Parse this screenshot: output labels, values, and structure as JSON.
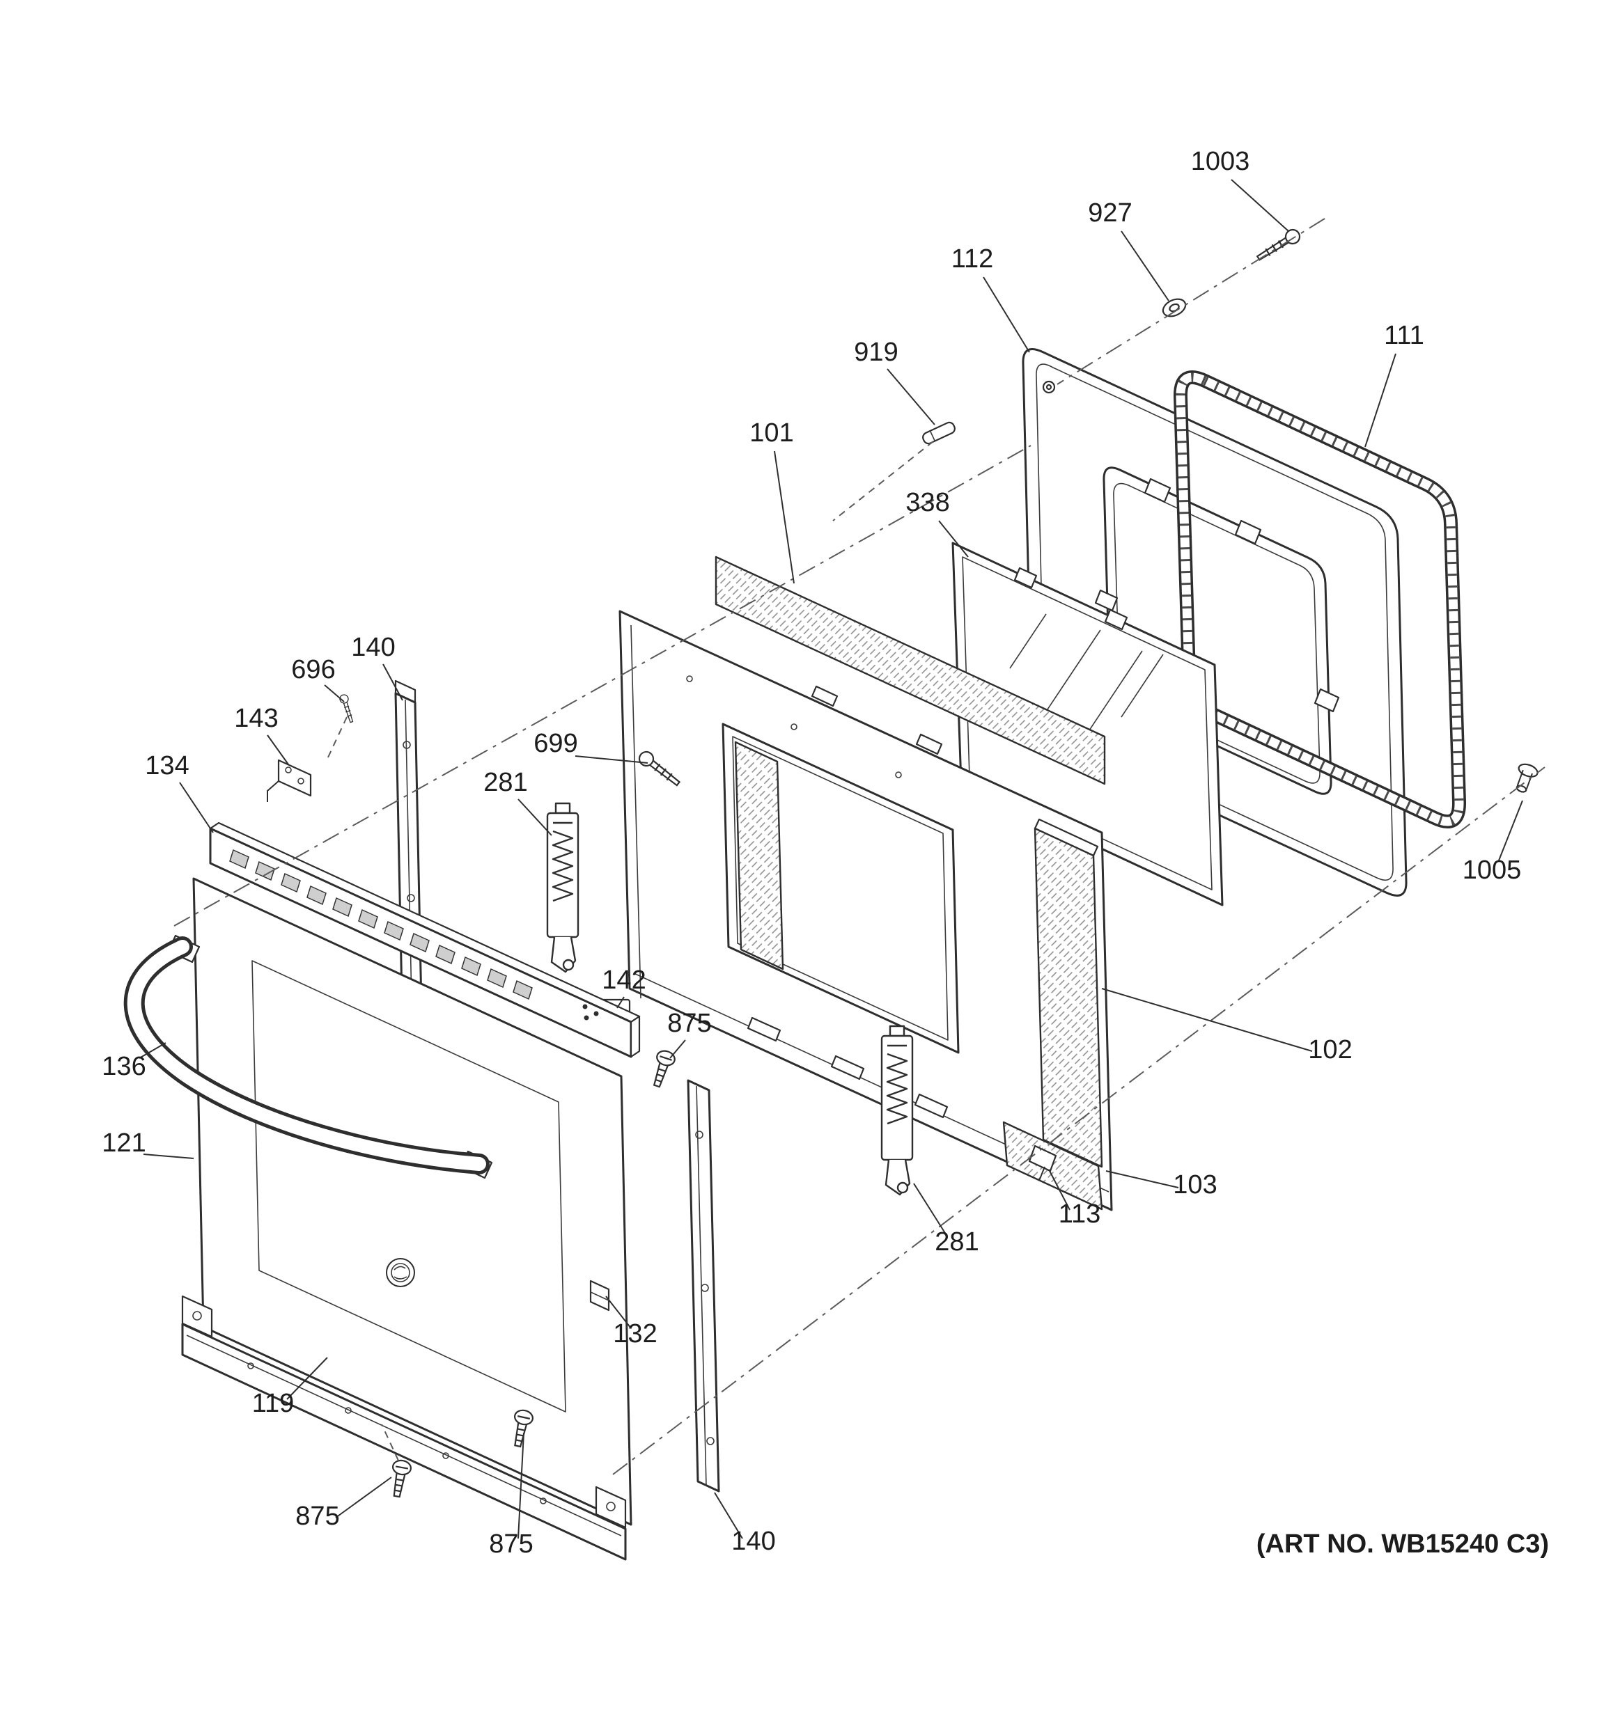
{
  "diagram": {
    "art_no": "(ART NO. WB15240 C3)",
    "colors": {
      "line": "#2e2e2e",
      "background": "#ffffff"
    },
    "labels": [
      {
        "part": "1003",
        "text": "1003"
      },
      {
        "part": "927",
        "text": "927"
      },
      {
        "part": "112",
        "text": "112"
      },
      {
        "part": "111",
        "text": "111"
      },
      {
        "part": "919",
        "text": "919"
      },
      {
        "part": "101",
        "text": "101"
      },
      {
        "part": "338",
        "text": "338"
      },
      {
        "part": "696",
        "text": "696"
      },
      {
        "part": "140-top",
        "text": "140"
      },
      {
        "part": "143",
        "text": "143"
      },
      {
        "part": "134",
        "text": "134"
      },
      {
        "part": "699",
        "text": "699"
      },
      {
        "part": "281-top",
        "text": "281"
      },
      {
        "part": "142",
        "text": "142"
      },
      {
        "part": "875-mid",
        "text": "875"
      },
      {
        "part": "136",
        "text": "136"
      },
      {
        "part": "121",
        "text": "121"
      },
      {
        "part": "102",
        "text": "102"
      },
      {
        "part": "1005",
        "text": "1005"
      },
      {
        "part": "103",
        "text": "103"
      },
      {
        "part": "113",
        "text": "113"
      },
      {
        "part": "281-bottom",
        "text": "281"
      },
      {
        "part": "132",
        "text": "132"
      },
      {
        "part": "119",
        "text": "119"
      },
      {
        "part": "875-bottom-left",
        "text": "875"
      },
      {
        "part": "875-bottom-center",
        "text": "875"
      },
      {
        "part": "140-bottom",
        "text": "140"
      }
    ]
  }
}
